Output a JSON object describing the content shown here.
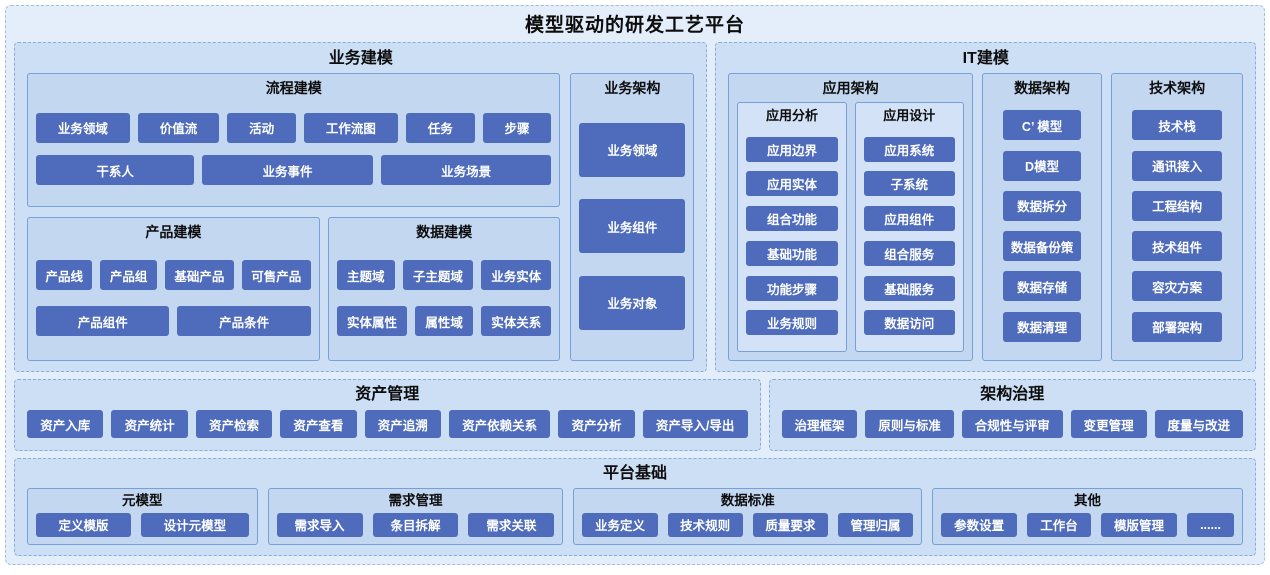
{
  "title": "模型驱动的研发工艺平台",
  "business_modeling": {
    "title": "业务建模",
    "process": {
      "title": "流程建模",
      "row1": [
        "业务领域",
        "价值流",
        "活动",
        "工作流图",
        "任务",
        "步骤"
      ],
      "row2": [
        "干系人",
        "业务事件",
        "业务场景"
      ]
    },
    "product": {
      "title": "产品建模",
      "row1": [
        "产品线",
        "产品组",
        "基础产品",
        "可售产品"
      ],
      "row2": [
        "产品组件",
        "产品条件"
      ]
    },
    "data": {
      "title": "数据建模",
      "row1": [
        "主题域",
        "子主题域",
        "业务实体"
      ],
      "row2": [
        "实体属性",
        "属性域",
        "实体关系"
      ]
    },
    "architecture": {
      "title": "业务架构",
      "items": [
        "业务领域",
        "业务组件",
        "业务对象"
      ]
    }
  },
  "it_modeling": {
    "title": "IT建模",
    "app_arch": {
      "title": "应用架构",
      "analysis": {
        "title": "应用分析",
        "items": [
          "应用边界",
          "应用实体",
          "组合功能",
          "基础功能",
          "功能步骤",
          "业务规则"
        ]
      },
      "design": {
        "title": "应用设计",
        "items": [
          "应用系统",
          "子系统",
          "应用组件",
          "组合服务",
          "基础服务",
          "数据访问"
        ]
      }
    },
    "data_arch": {
      "title": "数据架构",
      "items": [
        "C’ 模型",
        "D模型",
        "数据拆分",
        "数据备份策",
        "数据存储",
        "数据清理"
      ]
    },
    "tech_arch": {
      "title": "技术架构",
      "items": [
        "技术栈",
        "通讯接入",
        "工程结构",
        "技术组件",
        "容灾方案",
        "部署架构"
      ]
    }
  },
  "asset_management": {
    "title": "资产管理",
    "items": [
      "资产入库",
      "资产统计",
      "资产检索",
      "资产查看",
      "资产追溯",
      "资产依赖关系",
      "资产分析",
      "资产导入/导出"
    ]
  },
  "governance": {
    "title": "架构治理",
    "items": [
      "治理框架",
      "原则与标准",
      "合规性与评审",
      "变更管理",
      "度量与改进"
    ]
  },
  "platform": {
    "title": "平台基础",
    "meta_model": {
      "title": "元模型",
      "items": [
        "定义模版",
        "设计元模型"
      ]
    },
    "requirement": {
      "title": "需求管理",
      "items": [
        "需求导入",
        "条目拆解",
        "需求关联"
      ]
    },
    "data_standard": {
      "title": "数据标准",
      "items": [
        "业务定义",
        "技术规则",
        "质量要求",
        "管理归属"
      ]
    },
    "other": {
      "title": "其他",
      "items": [
        "参数设置",
        "工作台",
        "模版管理",
        "......"
      ]
    }
  }
}
